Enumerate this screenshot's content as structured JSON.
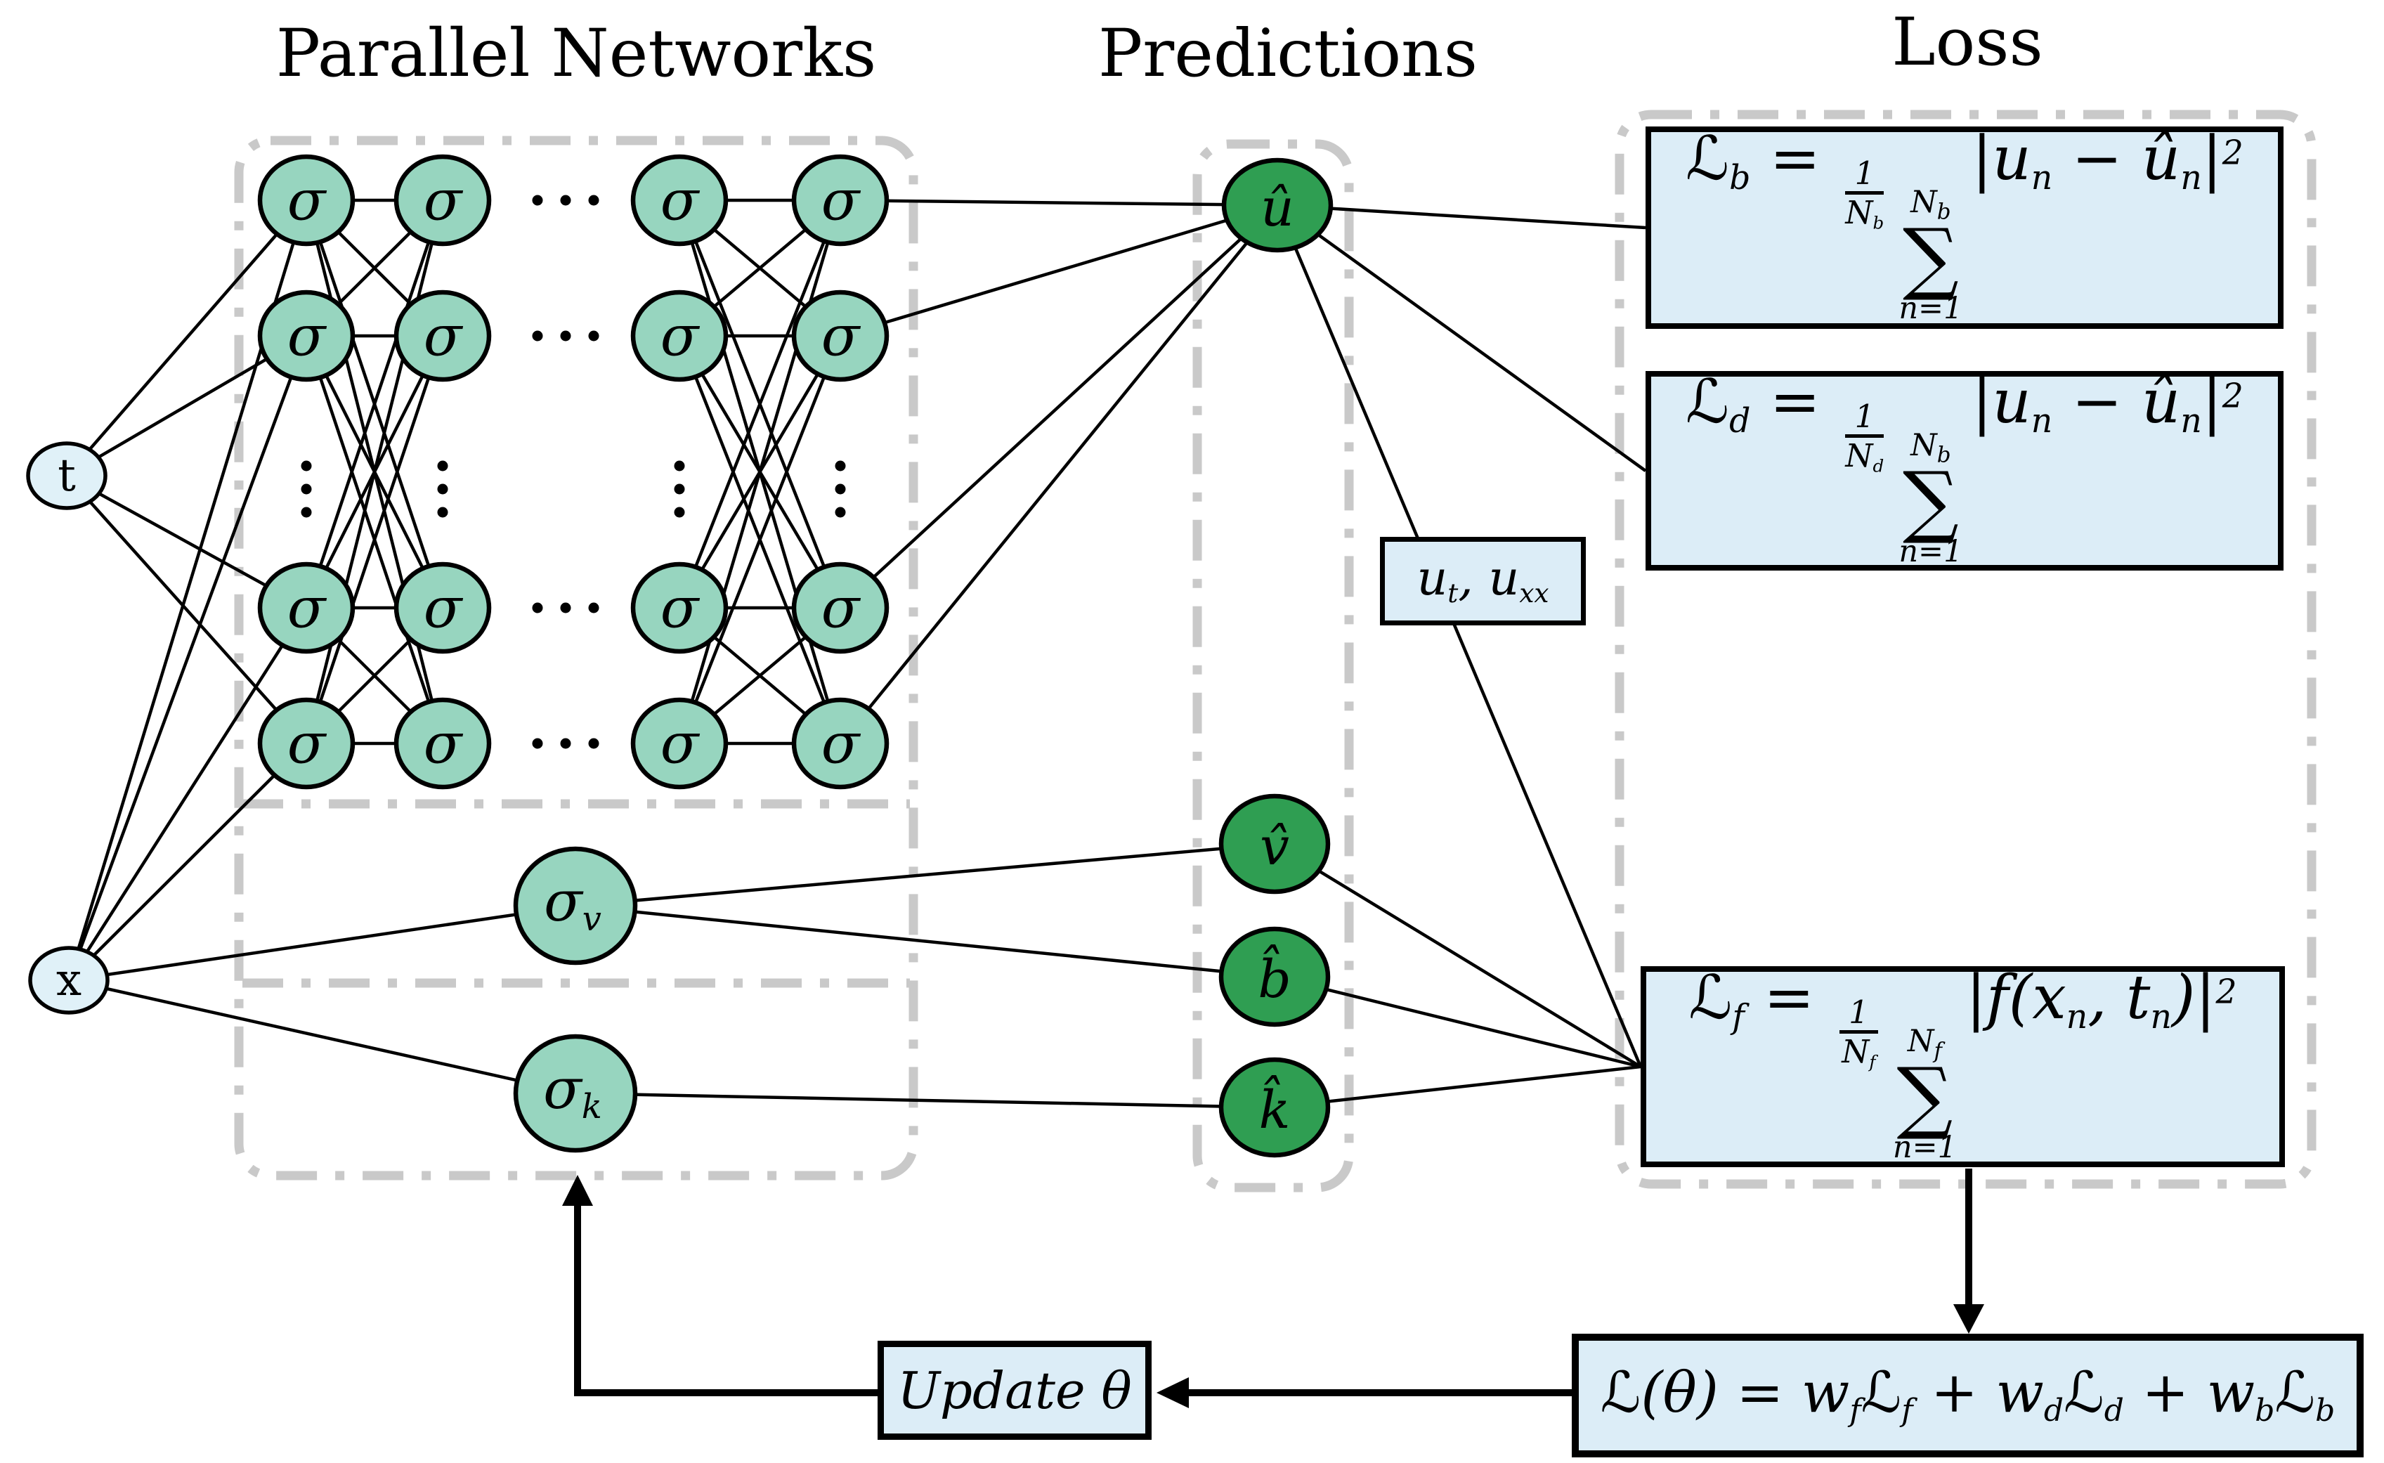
{
  "titles": {
    "parallel_networks": "Parallel Networks",
    "predictions": "Predictions",
    "loss": "Loss"
  },
  "nodes": {
    "input_t": "t",
    "input_x": "x",
    "sigma": "σ",
    "sigma_v_base": "σ",
    "sigma_v_sub": "v",
    "sigma_k_base": "σ",
    "sigma_k_sub": "k",
    "pred_u": "û",
    "pred_v": "v̂",
    "pred_b": "b̂",
    "pred_k": "k̂"
  },
  "ellipsis": {
    "horizontal": "· · ·",
    "vertical": "⋮"
  },
  "formulas": {
    "loss_b": [
      {
        "k": "v",
        "v": "ℒ"
      },
      {
        "k": "sub",
        "v": "b"
      },
      {
        "k": "v",
        "v": " = "
      },
      {
        "k": "frac",
        "n": "1",
        "d": "N",
        "ds": "b"
      },
      {
        "k": "sum",
        "t": "N",
        "ts": "b",
        "b": "n=1",
        "sym": "∑"
      },
      {
        "k": "v",
        "v": "|u"
      },
      {
        "k": "sub",
        "v": "n"
      },
      {
        "k": "v",
        "v": " − "
      },
      {
        "k": "v",
        "v": "û"
      },
      {
        "k": "sub",
        "v": "n"
      },
      {
        "k": "v",
        "v": "|"
      },
      {
        "k": "sup",
        "v": "2"
      }
    ],
    "loss_d": [
      {
        "k": "v",
        "v": "ℒ"
      },
      {
        "k": "sub",
        "v": "d"
      },
      {
        "k": "v",
        "v": " = "
      },
      {
        "k": "frac",
        "n": "1",
        "d": "N",
        "ds": "d"
      },
      {
        "k": "sum",
        "t": "N",
        "ts": "b",
        "b": "n=1",
        "sym": "∑"
      },
      {
        "k": "v",
        "v": "|u"
      },
      {
        "k": "sub",
        "v": "n"
      },
      {
        "k": "v",
        "v": " − "
      },
      {
        "k": "v",
        "v": "û"
      },
      {
        "k": "sub",
        "v": "n"
      },
      {
        "k": "v",
        "v": "|"
      },
      {
        "k": "sup",
        "v": "2"
      }
    ],
    "loss_f": [
      {
        "k": "v",
        "v": "ℒ"
      },
      {
        "k": "sub",
        "v": "f"
      },
      {
        "k": "v",
        "v": " = "
      },
      {
        "k": "frac",
        "n": "1",
        "d": "N",
        "ds": "f"
      },
      {
        "k": "sum",
        "t": "N",
        "ts": "f",
        "b": "n=1",
        "sym": "∑"
      },
      {
        "k": "v",
        "v": "|f(x"
      },
      {
        "k": "sub",
        "v": "n"
      },
      {
        "k": "v",
        "v": ", t"
      },
      {
        "k": "sub",
        "v": "n"
      },
      {
        "k": "v",
        "v": ")|"
      },
      {
        "k": "sup",
        "v": "2"
      }
    ],
    "derivatives": [
      {
        "k": "v",
        "v": "u"
      },
      {
        "k": "sub",
        "v": "t"
      },
      {
        "k": "v",
        "v": ", u"
      },
      {
        "k": "sub",
        "v": "xx"
      }
    ],
    "update": [
      {
        "k": "v",
        "v": "Update θ"
      }
    ],
    "total": [
      {
        "k": "v",
        "v": "ℒ(θ) = w"
      },
      {
        "k": "sub",
        "v": "f"
      },
      {
        "k": "v",
        "v": "ℒ"
      },
      {
        "k": "sub",
        "v": "f"
      },
      {
        "k": "v",
        "v": " + w"
      },
      {
        "k": "sub",
        "v": "d"
      },
      {
        "k": "v",
        "v": "ℒ"
      },
      {
        "k": "sub",
        "v": "d"
      },
      {
        "k": "v",
        "v": " + w"
      },
      {
        "k": "sub",
        "v": "b"
      },
      {
        "k": "v",
        "v": "ℒ"
      },
      {
        "k": "sub",
        "v": "b"
      }
    ]
  },
  "colors": {
    "sigma_fill": "#97d5bf",
    "prediction_fill": "#2f9e52",
    "input_fill": "#e0f1f8",
    "box_fill": "#dcedf7",
    "dash_gray": "#c9c9c9",
    "line": "#000000"
  }
}
